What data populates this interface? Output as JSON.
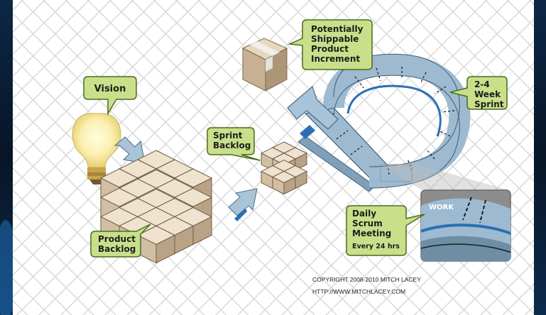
{
  "callouts": {
    "vision": "Vision",
    "increment": [
      "Potentially",
      "Shippable",
      "Product",
      "Increment"
    ],
    "sprint": [
      "2-4",
      "Week",
      "Sprint"
    ],
    "sprint_backlog": [
      "Sprint",
      "Backlog"
    ],
    "product_backlog": [
      "Product",
      "Backlog"
    ],
    "daily_scrum": [
      "Daily",
      "Scrum",
      "Meeting"
    ],
    "daily_scrum_sub": "Every 24 hrs"
  },
  "loop_label": "WORK",
  "footer": {
    "copyright": "COPYRIGHT 2008-2010 MITCH LACEY",
    "url": "HTTP://WWW.MITCHLACEY.COM"
  },
  "colors": {
    "callout_fill": "#c9df8a",
    "callout_stroke": "#4b6b1f",
    "arrow_fill": "#a9c4d8",
    "arrow_accent": "#2a6fb5",
    "cube_top": "#efe3cf",
    "cube_left": "#d2bfa3",
    "cube_right": "#b9a286",
    "box_tape": "#f2f2f2",
    "loop_fill": "#9dbad0",
    "frame_dark": "#0b1a2e"
  }
}
